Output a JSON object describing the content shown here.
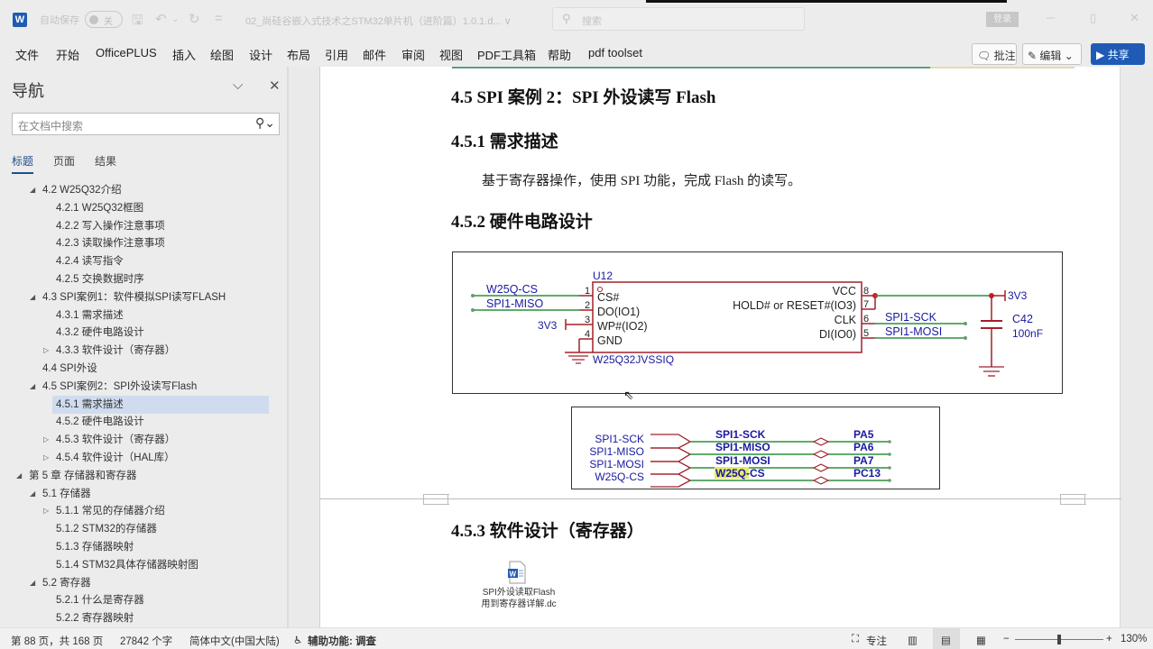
{
  "titlebar": {
    "app_icon": "word-logo",
    "autosave_label": "自动保存",
    "autosave_toggle": "关",
    "doc_title": "02_尚硅谷嵌入式技术之STM32单片机（进阶篇）1.0.1.d... ∨",
    "search_placeholder": "搜索",
    "login_label": "登录",
    "window_controls": [
      "minimize-icon",
      "maximize-icon",
      "close-icon"
    ]
  },
  "ribbon": {
    "tabs": [
      "文件",
      "开始",
      "OfficePLUS",
      "插入",
      "绘图",
      "设计",
      "布局",
      "引用",
      "邮件",
      "审阅",
      "视图",
      "PDF工具箱",
      "帮助",
      "pdf toolset"
    ],
    "comment_button": "批注",
    "edit_button": "编辑",
    "share_button": "共享"
  },
  "nav": {
    "title": "导航",
    "search_placeholder": "在文档中搜索",
    "tabs": [
      "标题",
      "页面",
      "结果"
    ],
    "active_tab": "标题",
    "items": [
      {
        "label": "4.2 W25Q32介绍",
        "level": 2,
        "arrow": "expanded"
      },
      {
        "label": "4.2.1 W25Q32框图",
        "level": 3,
        "arrow": ""
      },
      {
        "label": "4.2.2 写入操作注意事项",
        "level": 3,
        "arrow": ""
      },
      {
        "label": "4.2.3 读取操作注意事项",
        "level": 3,
        "arrow": ""
      },
      {
        "label": "4.2.4 读写指令",
        "level": 3,
        "arrow": ""
      },
      {
        "label": "4.2.5 交换数据时序",
        "level": 3,
        "arrow": ""
      },
      {
        "label": "4.3 SPI案例1：软件模拟SPI读写FLASH",
        "level": 2,
        "arrow": "expanded"
      },
      {
        "label": "4.3.1 需求描述",
        "level": 3,
        "arrow": ""
      },
      {
        "label": "4.3.2 硬件电路设计",
        "level": 3,
        "arrow": ""
      },
      {
        "label": "4.3.3 软件设计（寄存器）",
        "level": 3,
        "arrow": "collapsed"
      },
      {
        "label": "4.4 SPI外设",
        "level": 2,
        "arrow": ""
      },
      {
        "label": "4.5 SPI案例2：SPI外设读写Flash",
        "level": 2,
        "arrow": "expanded"
      },
      {
        "label": "4.5.1 需求描述",
        "level": 3,
        "arrow": "",
        "selected": true
      },
      {
        "label": "4.5.2 硬件电路设计",
        "level": 3,
        "arrow": ""
      },
      {
        "label": "4.5.3 软件设计（寄存器）",
        "level": 3,
        "arrow": "collapsed"
      },
      {
        "label": "4.5.4 软件设计（HAL库）",
        "level": 3,
        "arrow": "collapsed"
      },
      {
        "label": "第 5 章 存储器和寄存器",
        "level": 1,
        "arrow": "expanded"
      },
      {
        "label": "5.1 存储器",
        "level": 2,
        "arrow": "expanded"
      },
      {
        "label": "5.1.1 常见的存储器介绍",
        "level": 3,
        "arrow": "collapsed"
      },
      {
        "label": "5.1.2 STM32的存储器",
        "level": 3,
        "arrow": ""
      },
      {
        "label": "5.1.3 存储器映射",
        "level": 3,
        "arrow": ""
      },
      {
        "label": "5.1.4 STM32具体存储器映射图",
        "level": 3,
        "arrow": ""
      },
      {
        "label": "5.2 寄存器",
        "level": 2,
        "arrow": "expanded"
      },
      {
        "label": "5.2.1 什么是寄存器",
        "level": 3,
        "arrow": ""
      },
      {
        "label": "5.2.2 寄存器映射",
        "level": 3,
        "arrow": ""
      }
    ]
  },
  "document": {
    "h_45": "4.5 SPI 案例 2：SPI 外设读写 Flash",
    "h_451": "4.5.1 需求描述",
    "p_451": "基于寄存器操作，使用 SPI 功能，完成 Flash 的读写。",
    "h_452": "4.5.2 硬件电路设计",
    "h_453": "4.5.3 软件设计（寄存器）",
    "embedded_file": {
      "line1": "SPI外设读取Flash",
      "line2": "用到寄存器详解.dc"
    },
    "schematic": {
      "chip_ref": "U12",
      "chip_part": "W25Q32JVSSIQ",
      "left_nets": [
        "W25Q-CS",
        "SPI1-MISO"
      ],
      "left_power": "3V3",
      "left_pins": [
        {
          "num": "1",
          "name": "CS#"
        },
        {
          "num": "2",
          "name": "DO(IO1)"
        },
        {
          "num": "3",
          "name": "WP#(IO2)"
        },
        {
          "num": "4",
          "name": "GND"
        }
      ],
      "right_pins": [
        {
          "num": "8",
          "name": "VCC"
        },
        {
          "num": "7",
          "name": "HOLD# or RESET#(IO3)"
        },
        {
          "num": "6",
          "name": "CLK"
        },
        {
          "num": "5",
          "name": "DI(IO0)"
        }
      ],
      "right_nets": [
        "SPI1-SCK",
        "SPI1-MOSI"
      ],
      "right_power": "3V3",
      "cap_ref": "C42",
      "cap_value": "100nF"
    },
    "pinmap": {
      "ports": [
        "SPI1-SCK",
        "SPI1-MISO",
        "SPI1-MOSI",
        "W25Q-CS"
      ],
      "nets": [
        "SPI1-SCK",
        "SPI1-MISO",
        "SPI1-MOSI",
        "W25Q-CS"
      ],
      "pins": [
        "PA5",
        "PA6",
        "PA7",
        "PC13"
      ],
      "highlight_text": "W25Q"
    }
  },
  "statusbar": {
    "page": "第 88 页，共 168 页",
    "words": "27842 个字",
    "language": "简体中文(中国大陆)",
    "accessibility": "辅助功能: 调查",
    "focus": "专注",
    "zoom_minus": "−",
    "zoom_plus": "+",
    "zoom_level": "130%"
  },
  "colors": {
    "accent_blue": "#1f5bb5",
    "selected_nav": "#cfdcef",
    "schematic_red": "#a0202a",
    "wire_green": "#2f8f3a",
    "net_blue": "#1a1aa0"
  }
}
